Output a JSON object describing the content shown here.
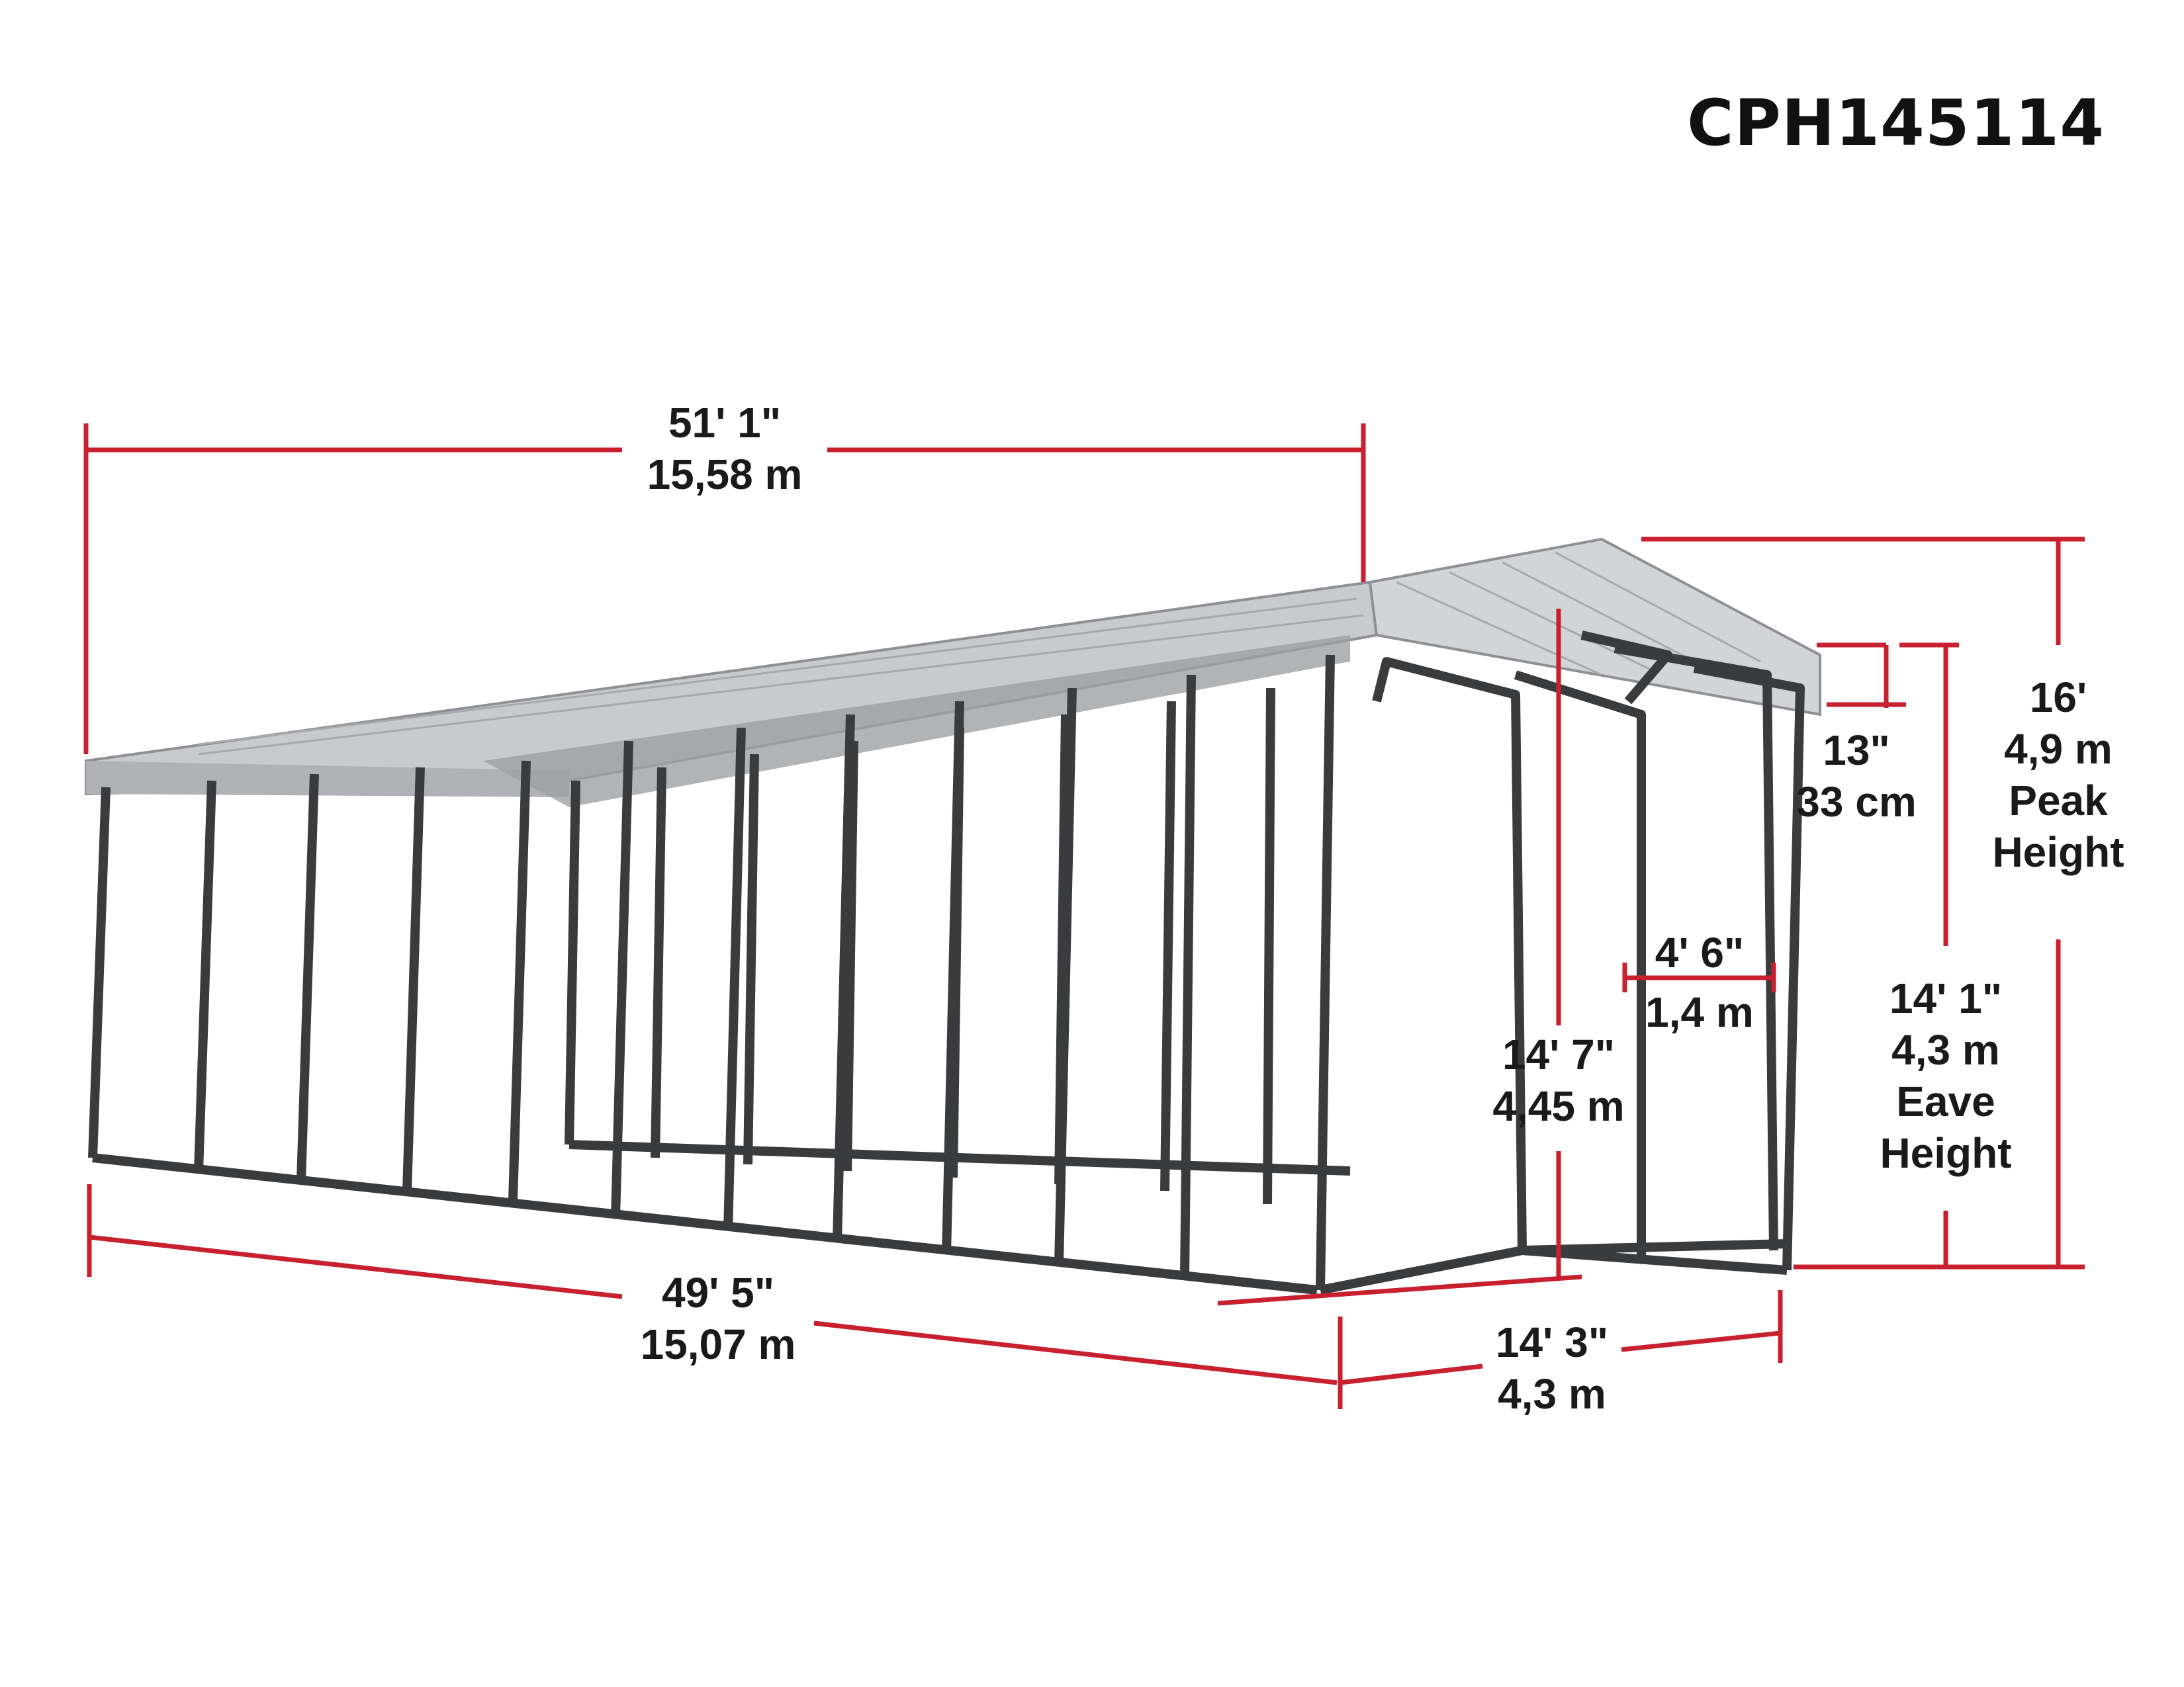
{
  "model_code": "CPH145114",
  "dimensions": {
    "roof_length": {
      "imperial": "51' 1\"",
      "metric": "15,58 m"
    },
    "base_length": {
      "imperial": "49' 5\"",
      "metric": "15,07 m"
    },
    "width": {
      "imperial": "14' 3\"",
      "metric": "4,3 m"
    },
    "center_height": {
      "imperial": "14' 7\"",
      "metric": "4,45 m"
    },
    "overhang": {
      "imperial": "4' 6\"",
      "metric": "1,4 m"
    },
    "roof_drop": {
      "imperial": "13\"",
      "metric": "33 cm"
    },
    "eave_height": {
      "imperial": "14' 1\"",
      "metric": "4,3 m",
      "caption_1": "Eave",
      "caption_2": "Height"
    },
    "peak_height": {
      "imperial": "16'",
      "metric": "4,9 m",
      "caption_1": "Peak",
      "caption_2": "Height"
    }
  },
  "colors": {
    "dimension_line": "#c8202f",
    "frame": "#3a3b3d",
    "roof": "#c9cacc",
    "roof_shadow": "#9ea0a3"
  }
}
